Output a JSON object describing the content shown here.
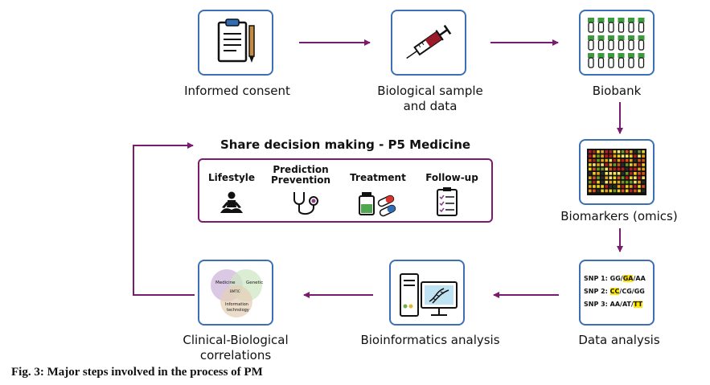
{
  "nodes": {
    "consent": {
      "label": "Informed consent"
    },
    "sample": {
      "label_line1": "Biological sample",
      "label_line2": "and data"
    },
    "biobank": {
      "label": "Biobank"
    },
    "biomarkers": {
      "label": "Biomarkers (omics)"
    },
    "data_analysis": {
      "label": "Data analysis"
    },
    "bioinformatics": {
      "label": "Bioinformatics analysis"
    },
    "clinical": {
      "label_line1": "Clinical-Biological",
      "label_line2": "correlations"
    }
  },
  "snp": {
    "line1": {
      "prefix": "SNP 1: GG/",
      "highlight": "GA",
      "suffix": "/AA"
    },
    "line2": {
      "prefix": "SNP 2: ",
      "highlight": "CC",
      "suffix": "/CG/GG"
    },
    "line3": {
      "prefix": "SNP 3: AA/AT/",
      "highlight": "TT",
      "suffix": ""
    }
  },
  "venn": {
    "medicine": "Medicine",
    "genetic": "Genetic",
    "center": "BMTIC",
    "it_line1": "Information",
    "it_line2": "technology"
  },
  "p5": {
    "title": "Share decision making - P5 Medicine",
    "lifestyle": "Lifestyle",
    "prediction": "Prediction",
    "prevention": "Prevention",
    "treatment": "Treatment",
    "followup": "Follow-up"
  },
  "caption": "Fig. 3: Major steps involved in the process of PM",
  "colors": {
    "box_border": "#3d6fb5",
    "arrow": "#7a1c6e",
    "highlight": "#ffe600"
  },
  "icons": [
    "clipboard-icon",
    "syringe-icon",
    "test-tubes-icon",
    "heatmap-icon",
    "computer-dna-icon",
    "venn-icon",
    "meditation-icon",
    "stethoscope-icon",
    "pills-icon",
    "checklist-icon"
  ]
}
